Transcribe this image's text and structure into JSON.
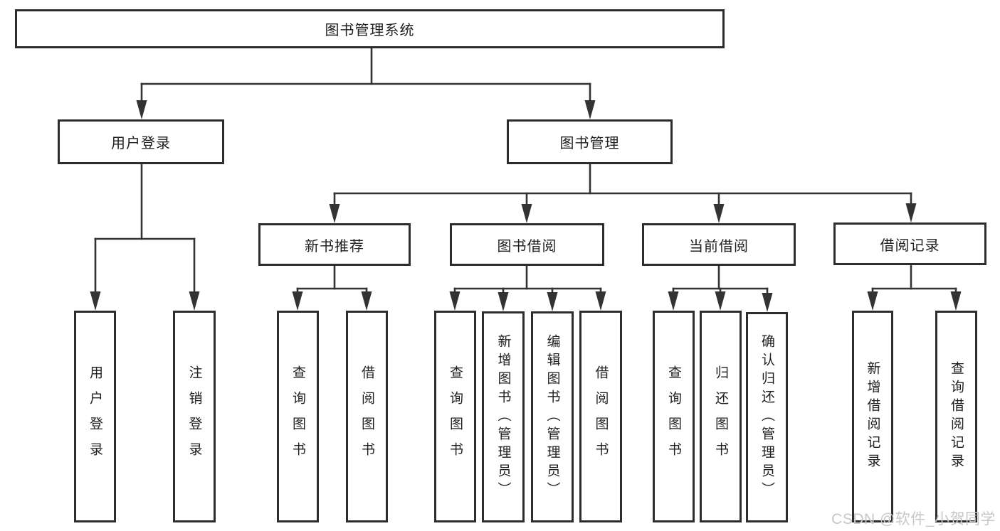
{
  "diagram": {
    "type": "hierarchy-tree",
    "root": {
      "label": "图书管理系统"
    },
    "branches": {
      "user": {
        "label": "用户登录",
        "leaves": [
          {
            "label": "用户登录"
          },
          {
            "label": "注销登录"
          }
        ]
      },
      "books": {
        "label": "图书管理",
        "sections": [
          {
            "label": "新书推荐",
            "leaves": [
              {
                "label": "查询图书"
              },
              {
                "label": "借阅图书"
              }
            ]
          },
          {
            "label": "图书借阅",
            "leaves": [
              {
                "label": "查询图书"
              },
              {
                "label": "新增图书（管理员）"
              },
              {
                "label": "编辑图书（管理员）"
              },
              {
                "label": "借阅图书"
              }
            ]
          },
          {
            "label": "当前借阅",
            "leaves": [
              {
                "label": "查询图书"
              },
              {
                "label": "归还图书"
              },
              {
                "label": "确认归还（管理员）"
              }
            ]
          },
          {
            "label": "借阅记录",
            "leaves": [
              {
                "label": "新增借阅记录"
              },
              {
                "label": "查询借阅记录"
              }
            ]
          }
        ]
      }
    },
    "colors": {
      "line": "#333333",
      "box_border": "#2d2d2d",
      "text": "#1f1f1f",
      "background": "#ffffff",
      "watermark": "#c7c7c7"
    }
  },
  "watermark": {
    "text": "CSDN @软件_小贺同学"
  }
}
